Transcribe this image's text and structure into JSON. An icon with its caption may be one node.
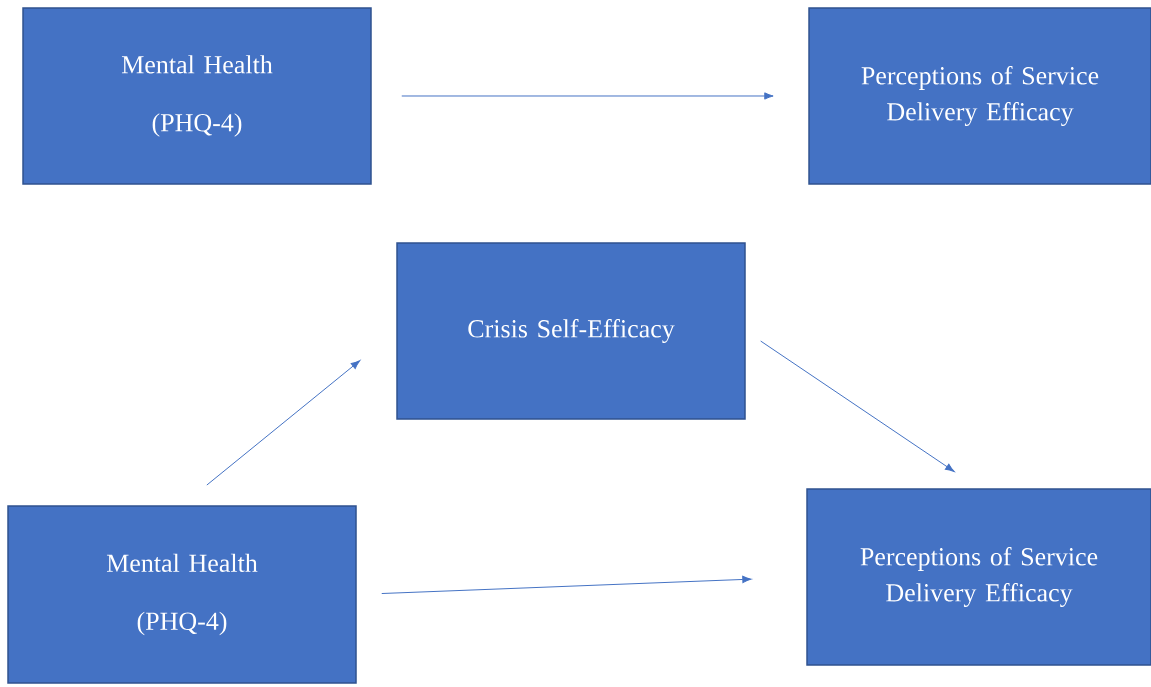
{
  "diagram": {
    "nodes": [
      {
        "text": [
          "Mental Health (PHQ-4)"
        ]
      },
      {
        "text": [
          "Perceptions of Service Delivery Efficacy"
        ]
      },
      {
        "text": [
          "Crisis Self-Efficacy"
        ]
      },
      {
        "text": [
          "Mental Health (PHQ-4)"
        ]
      },
      {
        "text": [
          "Perceptions of Service Delivery Efficacy"
        ]
      }
    ],
    "edges": [
      {
        "from": 0,
        "to": 1,
        "arrow": "to"
      },
      {
        "from": 3,
        "to": 2,
        "arrow": "to"
      },
      {
        "from": 2,
        "to": 4,
        "arrow": "to"
      },
      {
        "from": 3,
        "to": 4,
        "arrow": "to"
      }
    ]
  }
}
